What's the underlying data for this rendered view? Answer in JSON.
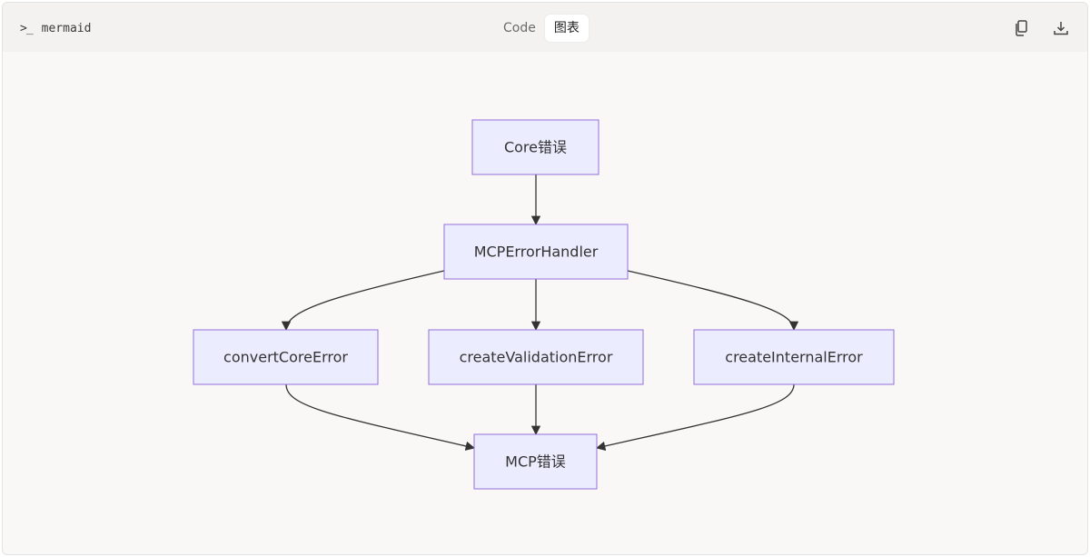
{
  "toolbar": {
    "language_label": "mermaid",
    "tabs": [
      {
        "label": "Code",
        "active": false
      },
      {
        "label": "图表",
        "active": true
      }
    ],
    "icons": {
      "prompt": "terminal-prompt-icon",
      "copy": "copy-icon",
      "download": "download-icon"
    }
  },
  "diagram": {
    "type": "flowchart",
    "direction": "TD",
    "colors": {
      "node_fill": "#ececff",
      "node_stroke": "#9370db",
      "edge": "#333333",
      "text": "#333333"
    },
    "nodes": [
      {
        "id": "core_error",
        "label": "Core错误"
      },
      {
        "id": "handler",
        "label": "MCPErrorHandler"
      },
      {
        "id": "convert",
        "label": "convertCoreError"
      },
      {
        "id": "validation",
        "label": "createValidationError"
      },
      {
        "id": "internal",
        "label": "createInternalError"
      },
      {
        "id": "mcp_error",
        "label": "MCP错误"
      }
    ],
    "edges": [
      {
        "from": "core_error",
        "to": "handler"
      },
      {
        "from": "handler",
        "to": "convert"
      },
      {
        "from": "handler",
        "to": "validation"
      },
      {
        "from": "handler",
        "to": "internal"
      },
      {
        "from": "convert",
        "to": "mcp_error"
      },
      {
        "from": "validation",
        "to": "mcp_error"
      },
      {
        "from": "internal",
        "to": "mcp_error"
      }
    ]
  }
}
